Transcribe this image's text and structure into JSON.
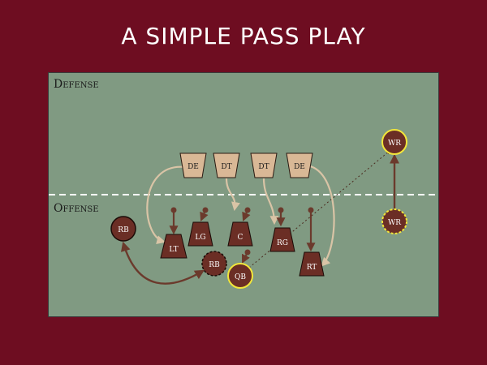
{
  "title": "A SIMPLE PASS PLAY",
  "sections": {
    "defense": "Defense",
    "offense": "Offense"
  },
  "players": {
    "de_left": "DE",
    "dt_left": "DT",
    "dt_right": "DT",
    "de_right": "DE",
    "rb_start": "RB",
    "lt": "LT",
    "lg": "LG",
    "c": "C",
    "rg": "RG",
    "rt": "RT",
    "rb_end": "RB",
    "qb": "QB",
    "wr_start": "WR",
    "wr_end": "WR"
  },
  "colors": {
    "background": "#6e0d21",
    "field": "#809a82",
    "offense": "#6b2e25",
    "defense": "#d9b896",
    "highlight": "#f2e63a",
    "route_offense": "#6b3a2c",
    "route_defense": "#d9c4a6"
  }
}
